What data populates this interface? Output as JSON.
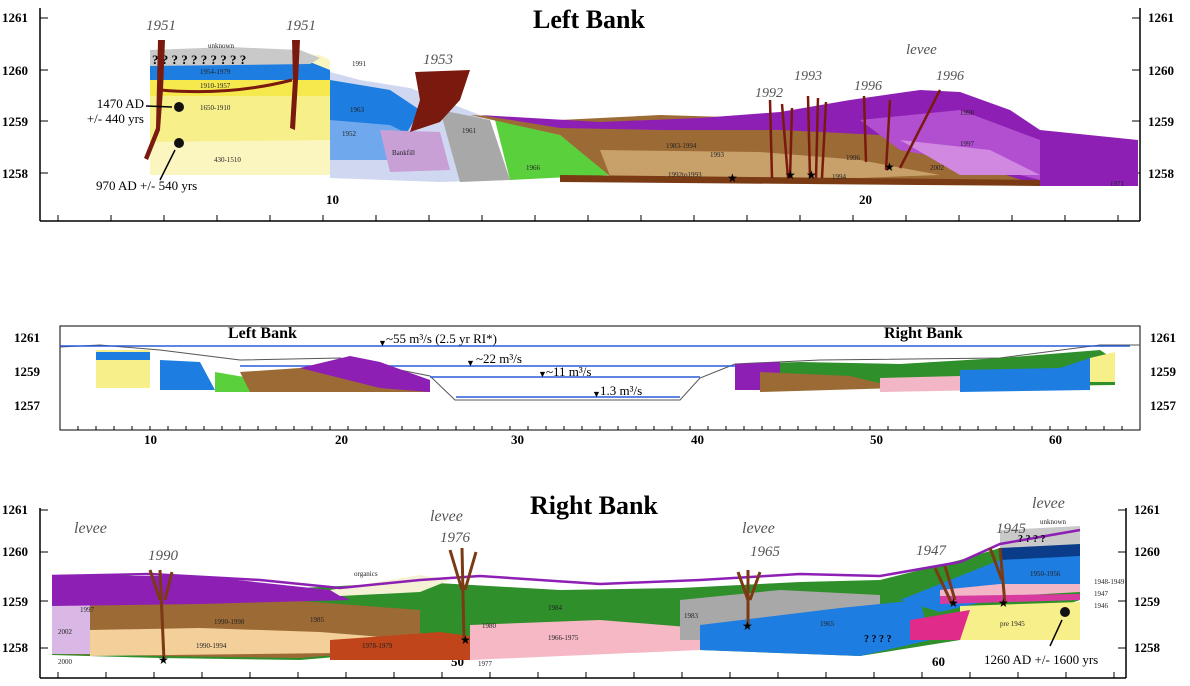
{
  "top_panel": {
    "title": "Left Bank",
    "elevation_ticks": [
      "1261",
      "1260",
      "1259",
      "1258"
    ],
    "x_ticks": [
      "10",
      "20"
    ],
    "tree_years": [
      "1951",
      "1951",
      "1953",
      "1992",
      "1993",
      "1996",
      "1996"
    ],
    "levee_label": "levee",
    "layer_labels": [
      "unknown",
      "1954-1979",
      "1910-1957",
      "1650-1910",
      "430-1510",
      "1991",
      "1963",
      "1952",
      "Bankfill",
      "1961",
      "1966",
      "1983-1994",
      "1993",
      "1992to1993",
      "1994",
      "1996",
      "1998",
      "1997",
      "2002",
      "1971"
    ],
    "dates": [
      {
        "lines": [
          "1470 AD",
          "+/- 440 yrs"
        ]
      },
      {
        "lines": [
          "970 AD +/- 540 yrs"
        ]
      }
    ]
  },
  "middle_panel": {
    "left_title": "Left Bank",
    "right_title": "Right Bank",
    "elevation_ticks": [
      "1261",
      "1259",
      "1257"
    ],
    "x_ticks": [
      "10",
      "20",
      "30",
      "40",
      "50",
      "60"
    ],
    "flows": [
      {
        "label": "~55 m³/s (2.5 yr RI*)"
      },
      {
        "label": "~22 m³/s"
      },
      {
        "label": "~11 m³/s"
      },
      {
        "label": "1.3 m³/s"
      }
    ]
  },
  "bottom_panel": {
    "title": "Right Bank",
    "elevation_ticks": [
      "1261",
      "1260",
      "1259",
      "1258"
    ],
    "x_ticks": [
      "50",
      "60"
    ],
    "levee_labels": [
      "levee",
      "levee",
      "levee",
      "levee"
    ],
    "tree_years": [
      "1990",
      "1976",
      "1965",
      "1947",
      "1945"
    ],
    "layer_labels": [
      "unknown",
      "2002",
      "2000",
      "1997",
      "1990-1998",
      "1990-1994",
      "1985",
      "organics",
      "1984",
      "1980",
      "1978-1979",
      "1977",
      "1966-1975",
      "1983",
      "1965",
      "1950-1956",
      "1948-1949",
      "1947",
      "1946",
      "pre 1945"
    ],
    "dates": [
      {
        "lines": [
          "1260 AD +/- 1600 yrs"
        ]
      }
    ]
  },
  "colors": {
    "purple": "#8e1fb5",
    "brown": "#8b5a2b",
    "yellow": "#f7f08a",
    "blue": "#1e7de0",
    "green": "#2f8f2a",
    "lightgreen": "#7ee05a",
    "pink": "#f2b6c6",
    "gray": "#a8a8a8",
    "tree": "#7a1a0f",
    "rootbrown": "#6b3a12"
  }
}
